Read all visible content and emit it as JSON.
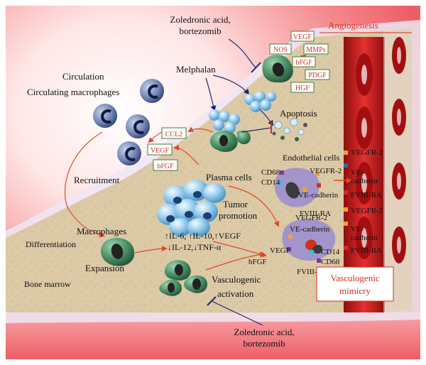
{
  "colors": {
    "background": "#ffffff",
    "circulation": "#f06a72",
    "bone_marrow": "#dcc9a6",
    "vessel": "#c81e1e",
    "red_text": "#d2301f",
    "arrow_red": "#dd4a2a",
    "arrow_dark": "#1c2a6c",
    "cell_green": "#2e6b48",
    "cell_blue": "#58a8d8",
    "box_border": "#3f7f3f"
  },
  "labels": {
    "angiogenesis": "Angiogenesis",
    "zoledronic_top": "Zoledronic acid,",
    "bortezomib_top": "bortezomib",
    "melphalan": "Melphalan",
    "apoptosis": "Apoptosis",
    "circulation": "Circulation",
    "circulating_macrophages": "Circulating macrophages",
    "recruitment": "Recruitment",
    "plasma_cells": "Plasma cells",
    "tumor": "Tumor",
    "promotion": "promotion",
    "endothelial_cells": "Endothelial cells",
    "macrophages": "Macrophages",
    "differentiation": "Differentiation",
    "expansion": "Expansion",
    "bone_marrow": "Bone marrow",
    "cytokines_line1": "↑IL-6, ↑IL-10,↑VEGF",
    "cytokines_line2": "↓IL-12,↓TNF-α",
    "vasculogenic": "Vasculogenic",
    "activation": "activation",
    "vasculogenic_mimicry_1": "Vasculogenic",
    "vasculogenic_mimicry_2": "mimicry",
    "zoledronic_bottom": "Zoledronic acid,",
    "bortezomib_bottom": "bortezomib"
  },
  "angio_factors": [
    "VEGF",
    "NOS",
    "MMPs",
    "bFGF",
    "PDGF",
    "HGF"
  ],
  "plasma_factors": [
    "CCL2",
    "VEGF",
    "bFGF"
  ],
  "markers": {
    "cd68": "CD68",
    "cd14": "CD14",
    "vegfr2": "VEGFR-2",
    "ve_cadherin": "VE-cadherin",
    "fviii_ra": "FVIII-RA",
    "ve": "VE-",
    "cadherin": "cadherin",
    "vegf": "VEGF",
    "bfgf": "bFGF"
  }
}
